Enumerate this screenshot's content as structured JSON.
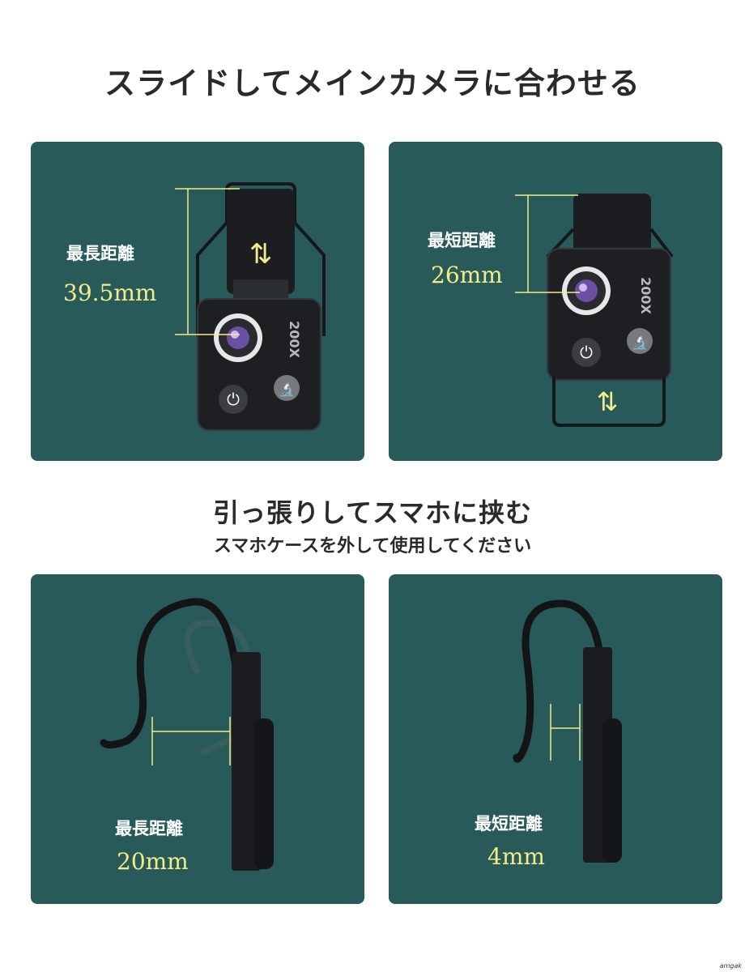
{
  "header": {
    "title": "スライドしてメインカメラに合わせる"
  },
  "panels": {
    "top_left": {
      "label": "最長距離",
      "value": "39.5mm",
      "badge": "200X"
    },
    "top_right": {
      "label": "最短距離",
      "value": "26mm",
      "badge": "200X"
    },
    "bottom_left": {
      "label": "最長距離",
      "value": "20mm"
    },
    "bottom_right": {
      "label": "最短距離",
      "value": "4mm"
    }
  },
  "section2": {
    "title": "引っ張りしてスマホに挟む",
    "subtitle": "スマホケースを外して使用してください"
  },
  "colors": {
    "panel_bg": "#275a58",
    "accent": "#f2ec8a",
    "device": "#1d1f22"
  },
  "watermark": "amgak"
}
